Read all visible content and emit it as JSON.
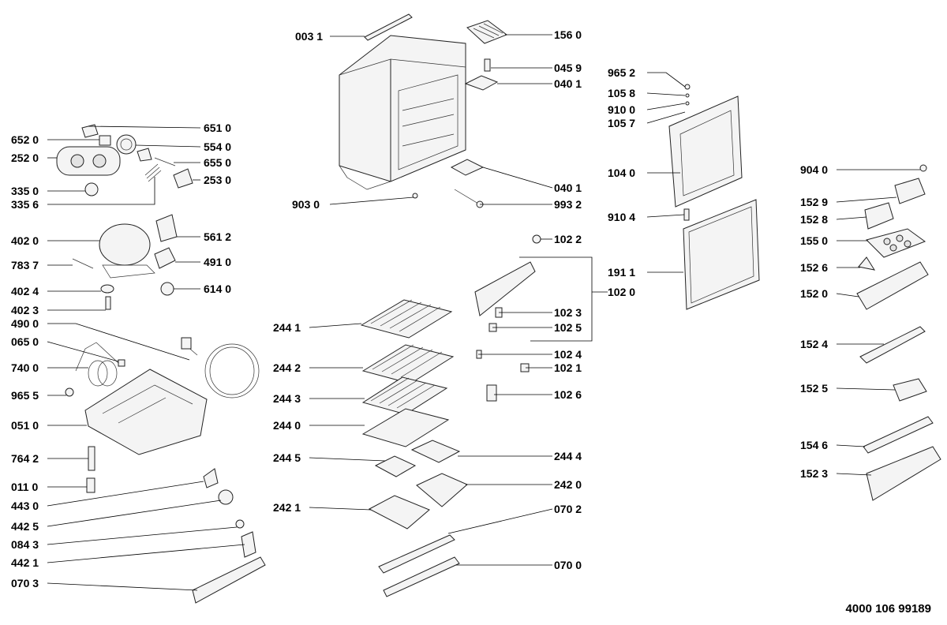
{
  "document_number": "4000 106 99189",
  "labels": {
    "l003_1": "003 1",
    "l156_0": "156 0",
    "l045_9": "045 9",
    "l040_1a": "040 1",
    "l040_1b": "040 1",
    "l993_2": "993 2",
    "l903_0": "903 0",
    "l102_2": "102 2",
    "l102_0": "102 0",
    "l102_3": "102 3",
    "l102_5": "102 5",
    "l102_4": "102 4",
    "l102_1": "102 1",
    "l102_6": "102 6",
    "l244_1": "244 1",
    "l244_2": "244 2",
    "l244_3": "244 3",
    "l244_0": "244 0",
    "l244_5": "244 5",
    "l244_4": "244 4",
    "l242_0": "242 0",
    "l242_1": "242 1",
    "l070_2": "070 2",
    "l070_0": "070 0",
    "l651_0": "651 0",
    "l652_0": "652 0",
    "l554_0": "554 0",
    "l252_0": "252 0",
    "l655_0": "655 0",
    "l253_0": "253 0",
    "l335_0": "335 0",
    "l335_6": "335 6",
    "l561_2": "561 2",
    "l402_0": "402 0",
    "l491_0": "491 0",
    "l783_7": "783 7",
    "l614_0": "614 0",
    "l402_4": "402 4",
    "l402_3": "402 3",
    "l490_0": "490 0",
    "l065_0": "065 0",
    "l740_0": "740 0",
    "l965_5": "965 5",
    "l051_0": "051 0",
    "l764_2": "764 2",
    "l011_0": "011 0",
    "l443_0": "443 0",
    "l442_5": "442 5",
    "l084_3": "084 3",
    "l442_1": "442 1",
    "l070_3": "070 3",
    "l965_2": "965 2",
    "l105_8": "105 8",
    "l910_0": "910 0",
    "l105_7": "105 7",
    "l104_0": "104 0",
    "l910_4": "910 4",
    "l191_1": "191 1",
    "l904_0": "904 0",
    "l152_9": "152 9",
    "l152_8": "152 8",
    "l155_0": "155 0",
    "l152_6": "152 6",
    "l152_0": "152 0",
    "l152_4": "152 4",
    "l152_5": "152 5",
    "l154_6": "154 6",
    "l152_3": "152 3"
  }
}
